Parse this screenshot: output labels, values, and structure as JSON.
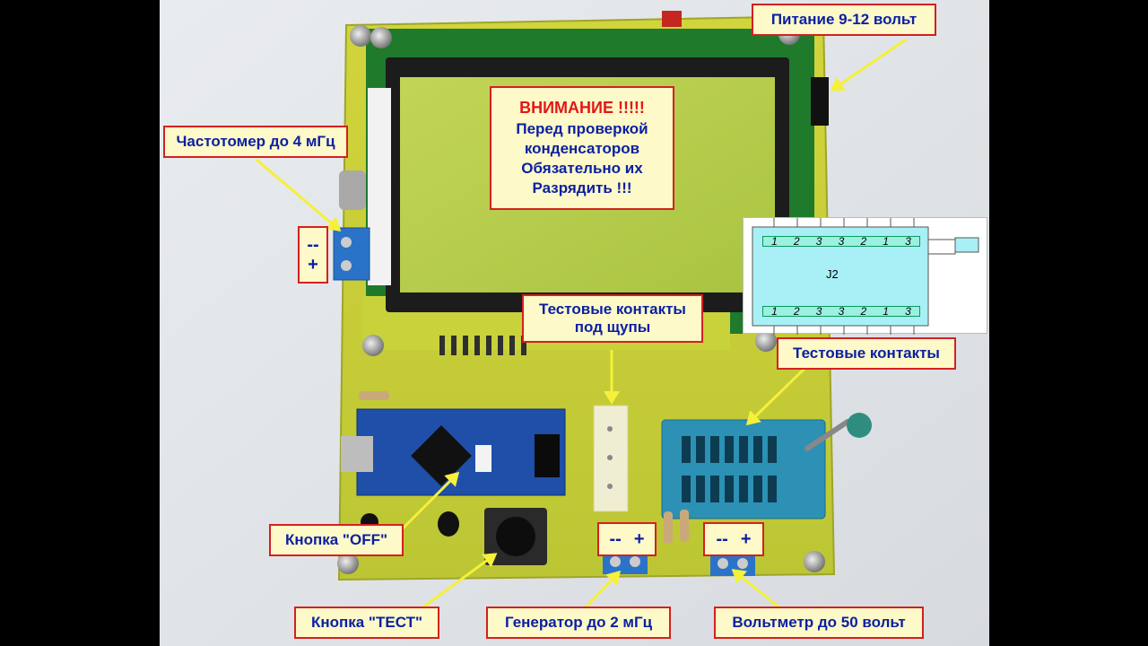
{
  "labels": {
    "power": "Питание 9-12 вольт",
    "freq_meter": "Частотомер до 4 мГц",
    "test_probes_line1": "Тестовые контакты",
    "test_probes_line2": "под щупы",
    "test_contacts": "Тестовые контакты",
    "button_off": "Кнопка \"OFF\"",
    "button_test": "Кнопка \"ТЕСТ\"",
    "generator": "Генератор до 2 мГц",
    "voltmeter": "Вольтметр до 50 вольт"
  },
  "warning": {
    "title": "ВНИМАНИЕ !!!!!",
    "lines": [
      "Перед проверкой",
      "конденсаторов",
      "Обязательно их",
      "Разрядить !!!"
    ]
  },
  "signs": {
    "minus": "--",
    "plus": "+"
  },
  "j2": {
    "name": "J2",
    "top_pins": [
      "1",
      "2",
      "3",
      "3",
      "2",
      "1",
      "3"
    ],
    "bottom_pins": [
      "1",
      "2",
      "3",
      "3",
      "2",
      "1",
      "3"
    ]
  },
  "colors": {
    "label_bg": "#fdf9c8",
    "label_border": "#d42020",
    "label_text": "#0a1fa3",
    "warning_title": "#e01818",
    "pcb": "#c8cf3a",
    "lcd": "#b4cf4a",
    "arrow": "#f5f03a"
  }
}
